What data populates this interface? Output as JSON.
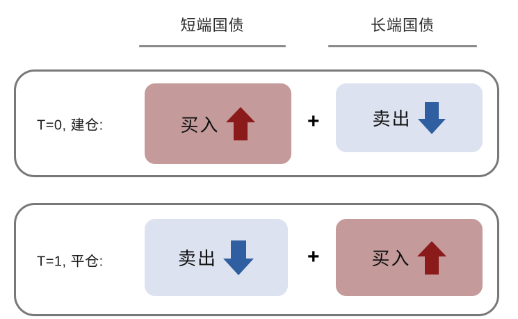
{
  "diagram": {
    "title_semantic": "treasury-curve-steepener-trade-diagram",
    "columns": [
      {
        "id": "short-end",
        "label": "短端国债"
      },
      {
        "id": "long-end",
        "label": "长端国债"
      }
    ],
    "rows": [
      {
        "id": "open-position",
        "label": "T=0, 建仓:",
        "cells": [
          {
            "column": "short-end",
            "action": "买入",
            "direction": "up",
            "icon": "arrow-up-icon",
            "card_color": "#c49a9a",
            "arrow_color": "#8b1b1b"
          },
          {
            "column": "long-end",
            "action": "卖出",
            "direction": "down",
            "icon": "arrow-down-icon",
            "card_color": "#dde2f0",
            "arrow_color": "#2f5fa0"
          }
        ],
        "separator": "+"
      },
      {
        "id": "close-position",
        "label": "T=1, 平仓:",
        "cells": [
          {
            "column": "short-end",
            "action": "卖出",
            "direction": "down",
            "icon": "arrow-down-icon",
            "card_color": "#dde2f0",
            "arrow_color": "#2f5fa0"
          },
          {
            "column": "long-end",
            "action": "买入",
            "direction": "up",
            "icon": "arrow-up-icon",
            "card_color": "#c49a9a",
            "arrow_color": "#8b1b1b"
          }
        ],
        "separator": "+"
      }
    ],
    "colors": {
      "buy_card": "#c49a9a",
      "sell_card": "#dde2f0",
      "buy_arrow": "#8b1b1b",
      "sell_arrow": "#2f5fa0",
      "container_border": "#787878",
      "header_rule": "#8a8a8a",
      "text": "#1d1d1d",
      "background": "#ffffff"
    }
  }
}
